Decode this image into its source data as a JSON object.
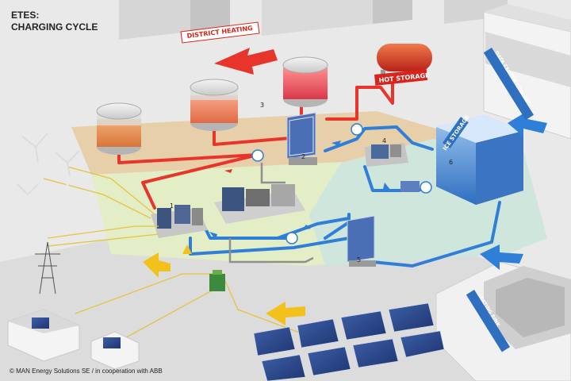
{
  "title": {
    "line1": "ETES:",
    "line2": "CHARGING CYCLE"
  },
  "copyright": "© MAN Energy Solutions SE / in cooperation with ABB",
  "labels": {
    "district_heating": "DISTRICT HEATING",
    "hot_storage": "HOT STORAGE",
    "ice_storage": "ICE STORAGE",
    "data_center_cooling": "DATA CENTER COOLING",
    "stadium": "SKATING RINK"
  },
  "numbers": {
    "n1": "1",
    "n2": "2",
    "n3": "3",
    "n4": "4",
    "n5": "5",
    "n6": "6"
  },
  "colors": {
    "hot": "#e8352b",
    "cold": "#2f7fd8",
    "power": "#f2c21a",
    "zone_hot": "#e7cfa9",
    "zone_power": "#e4eec6",
    "zone_cold": "#cfe6dc",
    "label_red": "#d8241b"
  }
}
